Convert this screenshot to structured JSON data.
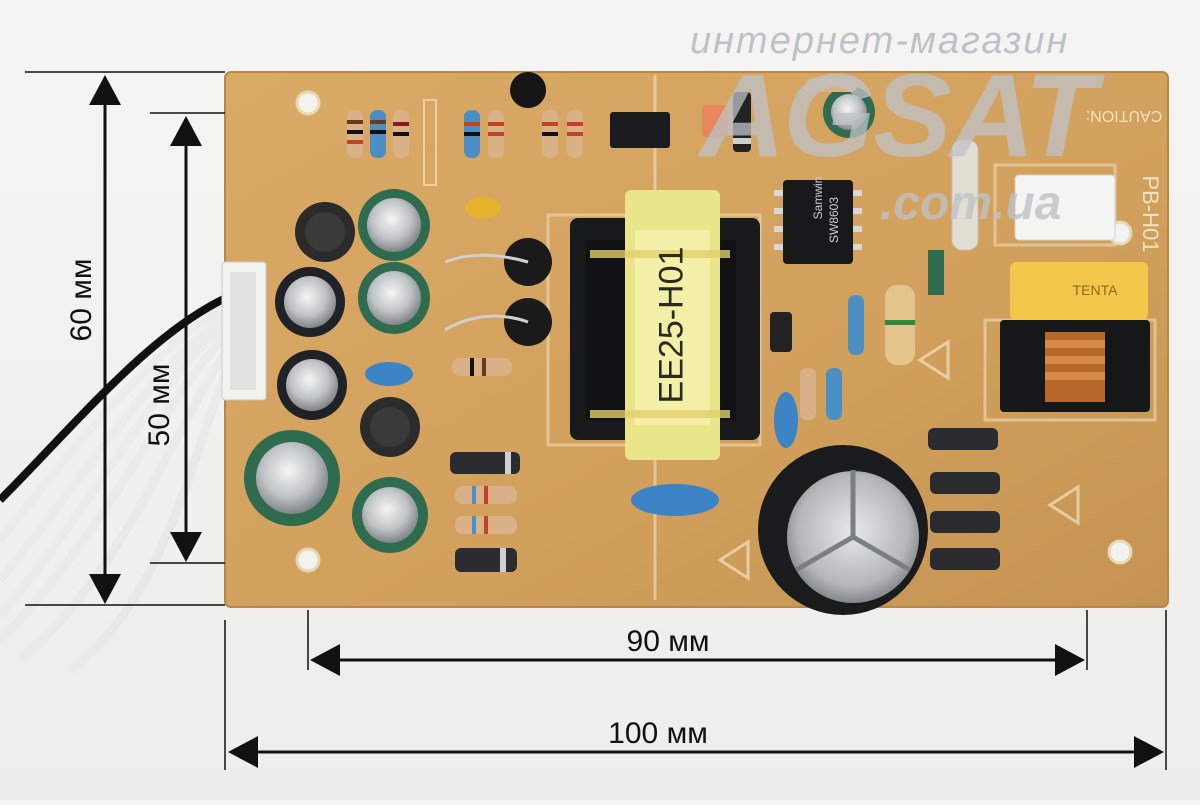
{
  "dimensions": {
    "height_outer": "60 мм",
    "height_inner": "50 мм",
    "width_inner": "90 мм",
    "width_outer": "100 мм"
  },
  "watermark": {
    "line1": "интернет-магазин",
    "brand": "AGSAT",
    "domain": ".com.ua"
  },
  "board": {
    "transformer": "EE25-H01",
    "model": "PB-H01",
    "ic_brand": "Samwin",
    "ic_part": "SW8603",
    "fuse_cap": "TENTA",
    "caution": "CAUTION:"
  },
  "colors": {
    "pcb": "#d4a25e",
    "cap_green": "#2f6b4f",
    "cap_black": "#1f2226",
    "arrow": "#111111"
  }
}
